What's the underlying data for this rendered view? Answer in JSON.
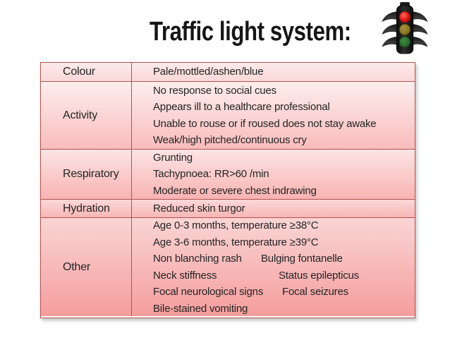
{
  "title": "Traffic light system:",
  "icon": {
    "name": "traffic-light",
    "red": "#e01b14",
    "amber": "#8a7722",
    "green": "#2a6b2e"
  },
  "palette": {
    "table_border": "#b2534e",
    "row_fill_light": "#fdeeee",
    "row_fill_dark": "#f59d9d",
    "text": "#242424"
  },
  "table": {
    "rows": [
      {
        "label": "Colour",
        "lines": [
          "Pale/mottled/ashen/blue"
        ]
      },
      {
        "label": "Activity",
        "lines": [
          "No response to social cues",
          "Appears ill to a healthcare professional",
          "Unable to rouse or if roused does not stay awake",
          "Weak/high pitched/continuous cry"
        ]
      },
      {
        "label": "Respiratory",
        "lines": [
          "Grunting",
          "Tachypnoea: RR>60 /min",
          "Moderate or severe chest indrawing"
        ]
      },
      {
        "label": "Hydration",
        "lines": [
          "Reduced skin turgor"
        ]
      },
      {
        "label": "Other",
        "lines": [
          "Age 0-3 months, temperature ≥38°C",
          "Age 3-6 months, temperature ≥39°C",
          "Non blanching rash",
          "Neck stiffness",
          "Focal neurological signs",
          "Bile-stained vomiting"
        ],
        "lines2": {
          "fontanelle": "Bulging fontanelle",
          "epilepticus": "Status epilepticus",
          "seizures": "Focal seizures"
        }
      }
    ]
  }
}
